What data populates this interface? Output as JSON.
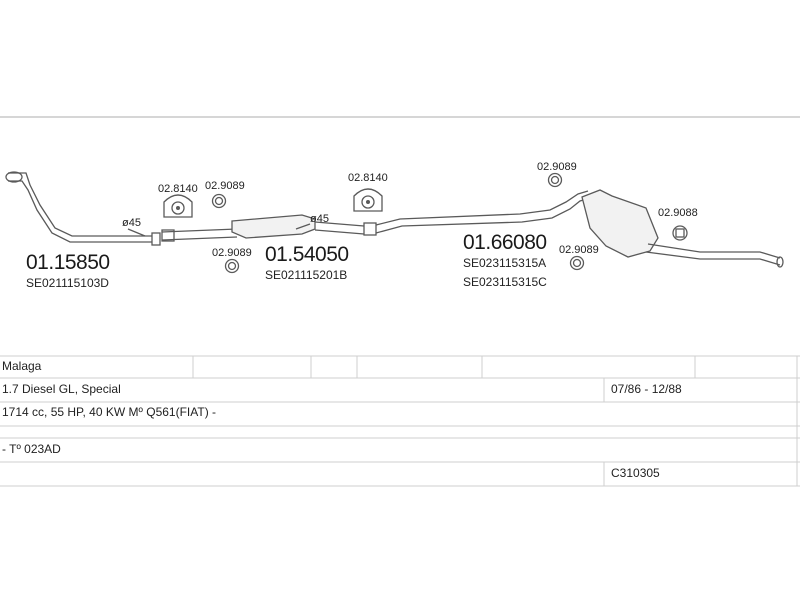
{
  "diagram": {
    "parts": [
      {
        "code": "01.15850",
        "oem": "SE021115103D"
      },
      {
        "code": "01.54050",
        "oem": "SE021115201B"
      },
      {
        "code": "01.66080",
        "oem": [
          "SE023115315A",
          "SE023115315C"
        ]
      }
    ],
    "fittings": [
      {
        "code": "02.8140"
      },
      {
        "code": "02.9089"
      },
      {
        "code": "02.9089"
      },
      {
        "code": "02.8140"
      },
      {
        "code": "02.9089"
      },
      {
        "code": "02.9089"
      },
      {
        "code": "02.9088"
      }
    ],
    "diameter_labels": [
      "ø45",
      "ø45"
    ]
  },
  "table": {
    "rows": [
      {
        "left": "Malaga",
        "right": ""
      },
      {
        "left": "1.7 Diesel GL, Special",
        "right": "07/86 - 12/88"
      },
      {
        "left": "1714 cc, 55 HP, 40 KW Mº Q561(FIAT) -",
        "right": ""
      },
      {
        "left": "- Tº 023AD",
        "right": ""
      },
      {
        "left": "",
        "right": "C310305"
      }
    ]
  },
  "colors": {
    "line": "#5a5a5a",
    "text": "#222222",
    "grid": "#cfcfcf"
  }
}
